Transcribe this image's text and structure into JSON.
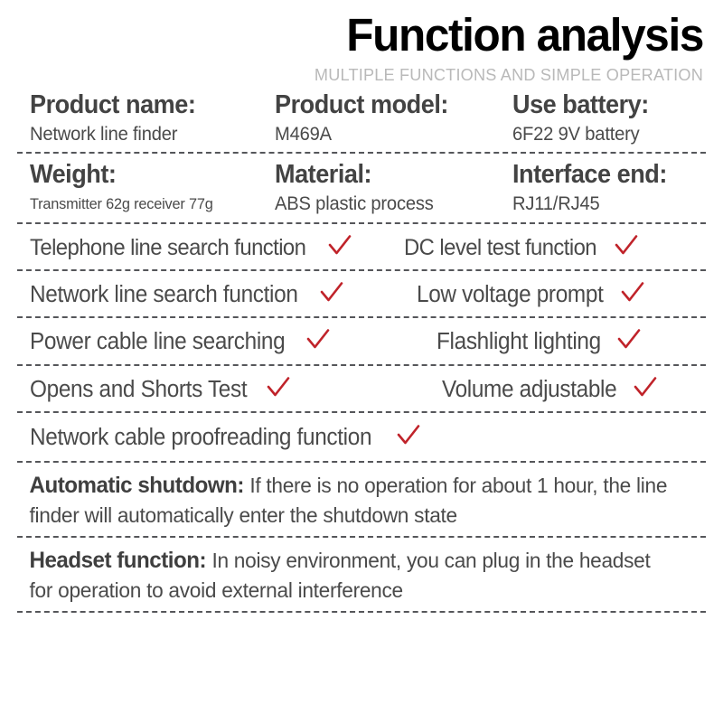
{
  "header": {
    "title": "Function analysis",
    "subtitle": "MULTIPLE FUNCTIONS AND SIMPLE OPERATION"
  },
  "colors": {
    "title": "#000000",
    "subtitle": "#b9b9b9",
    "text": "#4a4a4a",
    "check": "#c0232a",
    "rule": "#55565a",
    "background": "#ffffff"
  },
  "specs": [
    {
      "cells": [
        {
          "label": "Product name:",
          "value": "Network line finder"
        },
        {
          "label": "Product model:",
          "value": "M469A"
        },
        {
          "label": "Use battery:",
          "value": "6F22 9V battery"
        }
      ]
    },
    {
      "cells": [
        {
          "label": "Weight:",
          "value": "Transmitter 62g receiver 77g"
        },
        {
          "label": "Material:",
          "value": "ABS plastic process"
        },
        {
          "label": "Interface end:",
          "value": "RJ11/RJ45"
        }
      ]
    }
  ],
  "features": [
    {
      "left": "Telephone line search function",
      "left_check": "check-icon",
      "right": "DC level test function",
      "right_check": "check-icon"
    },
    {
      "left": "Network line search function",
      "left_check": "check-icon",
      "right": "Low voltage prompt",
      "right_check": "check-icon"
    },
    {
      "left": "Power cable line searching",
      "left_check": "check-icon",
      "right": "Flashlight lighting",
      "right_check": "check-icon"
    },
    {
      "left": "Opens and Shorts Test",
      "left_check": "check-icon",
      "right": "Volume adjustable",
      "right_check": "check-icon"
    }
  ],
  "feature_full": {
    "text": "Network cable proofreading function",
    "check": "check-icon"
  },
  "paragraphs": [
    {
      "label": "Automatic shutdown:",
      "body": "If there is no operation for about 1 hour, the line finder will automatically enter the shutdown state"
    },
    {
      "label": "Headset function:",
      "body": "In noisy environment, you can plug in the headset for operation to avoid external interference"
    }
  ]
}
